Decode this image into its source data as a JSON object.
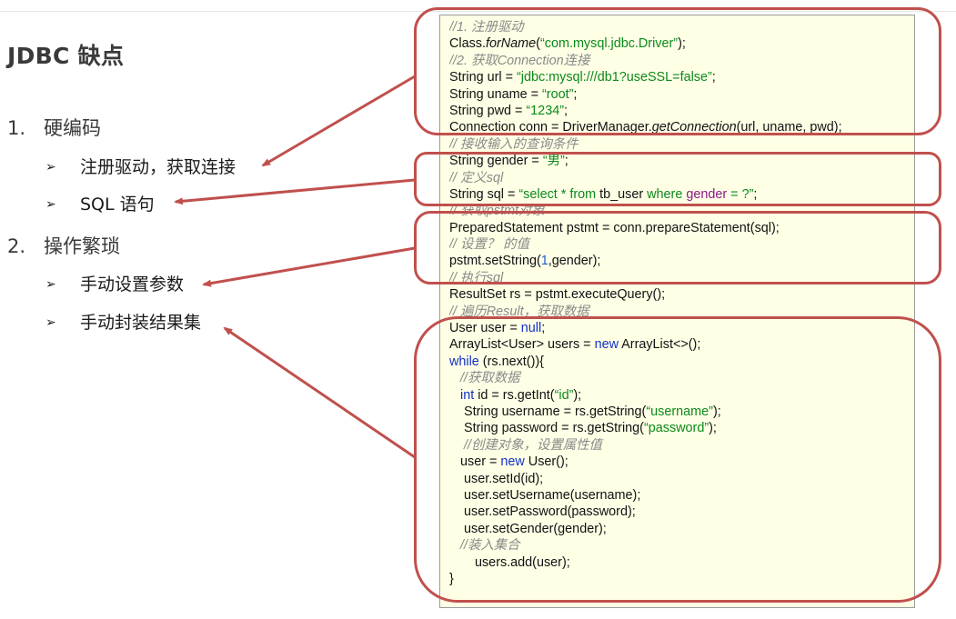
{
  "slide": {
    "title": "JDBC 缺点",
    "sections": [
      {
        "number": "1.",
        "label": "硬编码",
        "items": [
          "注册驱动，获取连接",
          "SQL 语句"
        ]
      },
      {
        "number": "2.",
        "label": "操作繁琐",
        "items": [
          "手动设置参数",
          "手动封装结果集"
        ]
      }
    ],
    "bullet_glyph": "➢"
  },
  "code": {
    "lines": [
      [
        {
          "t": "//1. 注册驱动",
          "c": "cmt"
        }
      ],
      [
        {
          "t": "Class."
        },
        {
          "t": "forName",
          "c": "it"
        },
        {
          "t": "("
        },
        {
          "t": "“com.mysql.jdbc.Driver”",
          "c": "str"
        },
        {
          "t": ");"
        }
      ],
      [
        {
          "t": "//2. 获取Connection连接",
          "c": "cmt"
        }
      ],
      [
        {
          "t": "String url = "
        },
        {
          "t": "“jdbc:mysql:///db1?useSSL=false”",
          "c": "str"
        },
        {
          "t": ";"
        }
      ],
      [
        {
          "t": "String uname = "
        },
        {
          "t": "“root”",
          "c": "str"
        },
        {
          "t": ";"
        }
      ],
      [
        {
          "t": "String pwd = "
        },
        {
          "t": "“1234”",
          "c": "str"
        },
        {
          "t": ";"
        }
      ],
      [
        {
          "t": "Connection conn = DriverManager."
        },
        {
          "t": "getConnection",
          "c": "it"
        },
        {
          "t": "(url, uname, pwd);"
        }
      ],
      [
        {
          "t": "// 接收输入的查询条件",
          "c": "cmt"
        }
      ],
      [
        {
          "t": "String gender = "
        },
        {
          "t": "“男”",
          "c": "str"
        },
        {
          "t": ";"
        }
      ],
      [
        {
          "t": "// 定义sql",
          "c": "cmt"
        }
      ],
      [
        {
          "t": "String sql = "
        },
        {
          "t": "“select * from ",
          "c": "str"
        },
        {
          "t": "tb_user "
        },
        {
          "t": "where ",
          "c": "str"
        },
        {
          "t": "gender",
          "c": "pur"
        },
        {
          "t": " = ?”",
          "c": "str"
        },
        {
          "t": ";"
        }
      ],
      [
        {
          "t": "// 获取pstmt对象",
          "c": "cmt"
        }
      ],
      [
        {
          "t": "PreparedStatement pstmt = conn.prepareStatement(sql);"
        }
      ],
      [
        {
          "t": "// 设置？ 的值",
          "c": "cmt"
        }
      ],
      [
        {
          "t": "pstmt.setString("
        },
        {
          "t": "1",
          "c": "num-lit"
        },
        {
          "t": ",gender);"
        }
      ],
      [
        {
          "t": "// 执行sql",
          "c": "cmt"
        }
      ],
      [
        {
          "t": "ResultSet rs = pstmt.executeQuery();"
        }
      ],
      [
        {
          "t": "// 遍历Result，获取数据",
          "c": "cmt"
        }
      ],
      [
        {
          "t": "User user = "
        },
        {
          "t": "null",
          "c": "kw"
        },
        {
          "t": ";"
        }
      ],
      [
        {
          "t": "ArrayList<User> users = "
        },
        {
          "t": "new",
          "c": "kw"
        },
        {
          "t": " ArrayList<>();"
        }
      ],
      [
        {
          "t": "while",
          "c": "kw"
        },
        {
          "t": " (rs.next()){"
        }
      ],
      [
        {
          "t": "   "
        },
        {
          "t": "//获取数据",
          "c": "cmt"
        }
      ],
      [
        {
          "t": "   "
        },
        {
          "t": "int",
          "c": "kw"
        },
        {
          "t": " id = rs.getInt("
        },
        {
          "t": "“id”",
          "c": "str"
        },
        {
          "t": ");"
        }
      ],
      [
        {
          "t": "    String username = rs.getString("
        },
        {
          "t": "“username”",
          "c": "str"
        },
        {
          "t": ");"
        }
      ],
      [
        {
          "t": "    String password = rs.getString("
        },
        {
          "t": "“password”",
          "c": "str"
        },
        {
          "t": ");"
        }
      ],
      [
        {
          "t": "    "
        },
        {
          "t": "//创建对象，设置属性值",
          "c": "cmt"
        }
      ],
      [
        {
          "t": "   user = "
        },
        {
          "t": "new",
          "c": "kw"
        },
        {
          "t": " User();"
        }
      ],
      [
        {
          "t": "    user.setId(id);"
        }
      ],
      [
        {
          "t": "    user.setUsername(username);"
        }
      ],
      [
        {
          "t": "    user.setPassword(password);"
        }
      ],
      [
        {
          "t": "    user.setGender(gender);"
        }
      ],
      [
        {
          "t": "   "
        },
        {
          "t": "//装入集合",
          "c": "cmt"
        }
      ],
      [
        {
          "t": "       users.add(user);"
        }
      ],
      [
        {
          "t": "}"
        }
      ]
    ]
  },
  "colors": {
    "highlight": "#c0504d",
    "code_bg": "#ffffe6",
    "string": "#0a8a1a",
    "keyword": "#1030c8",
    "comment": "#8a8a8a"
  }
}
